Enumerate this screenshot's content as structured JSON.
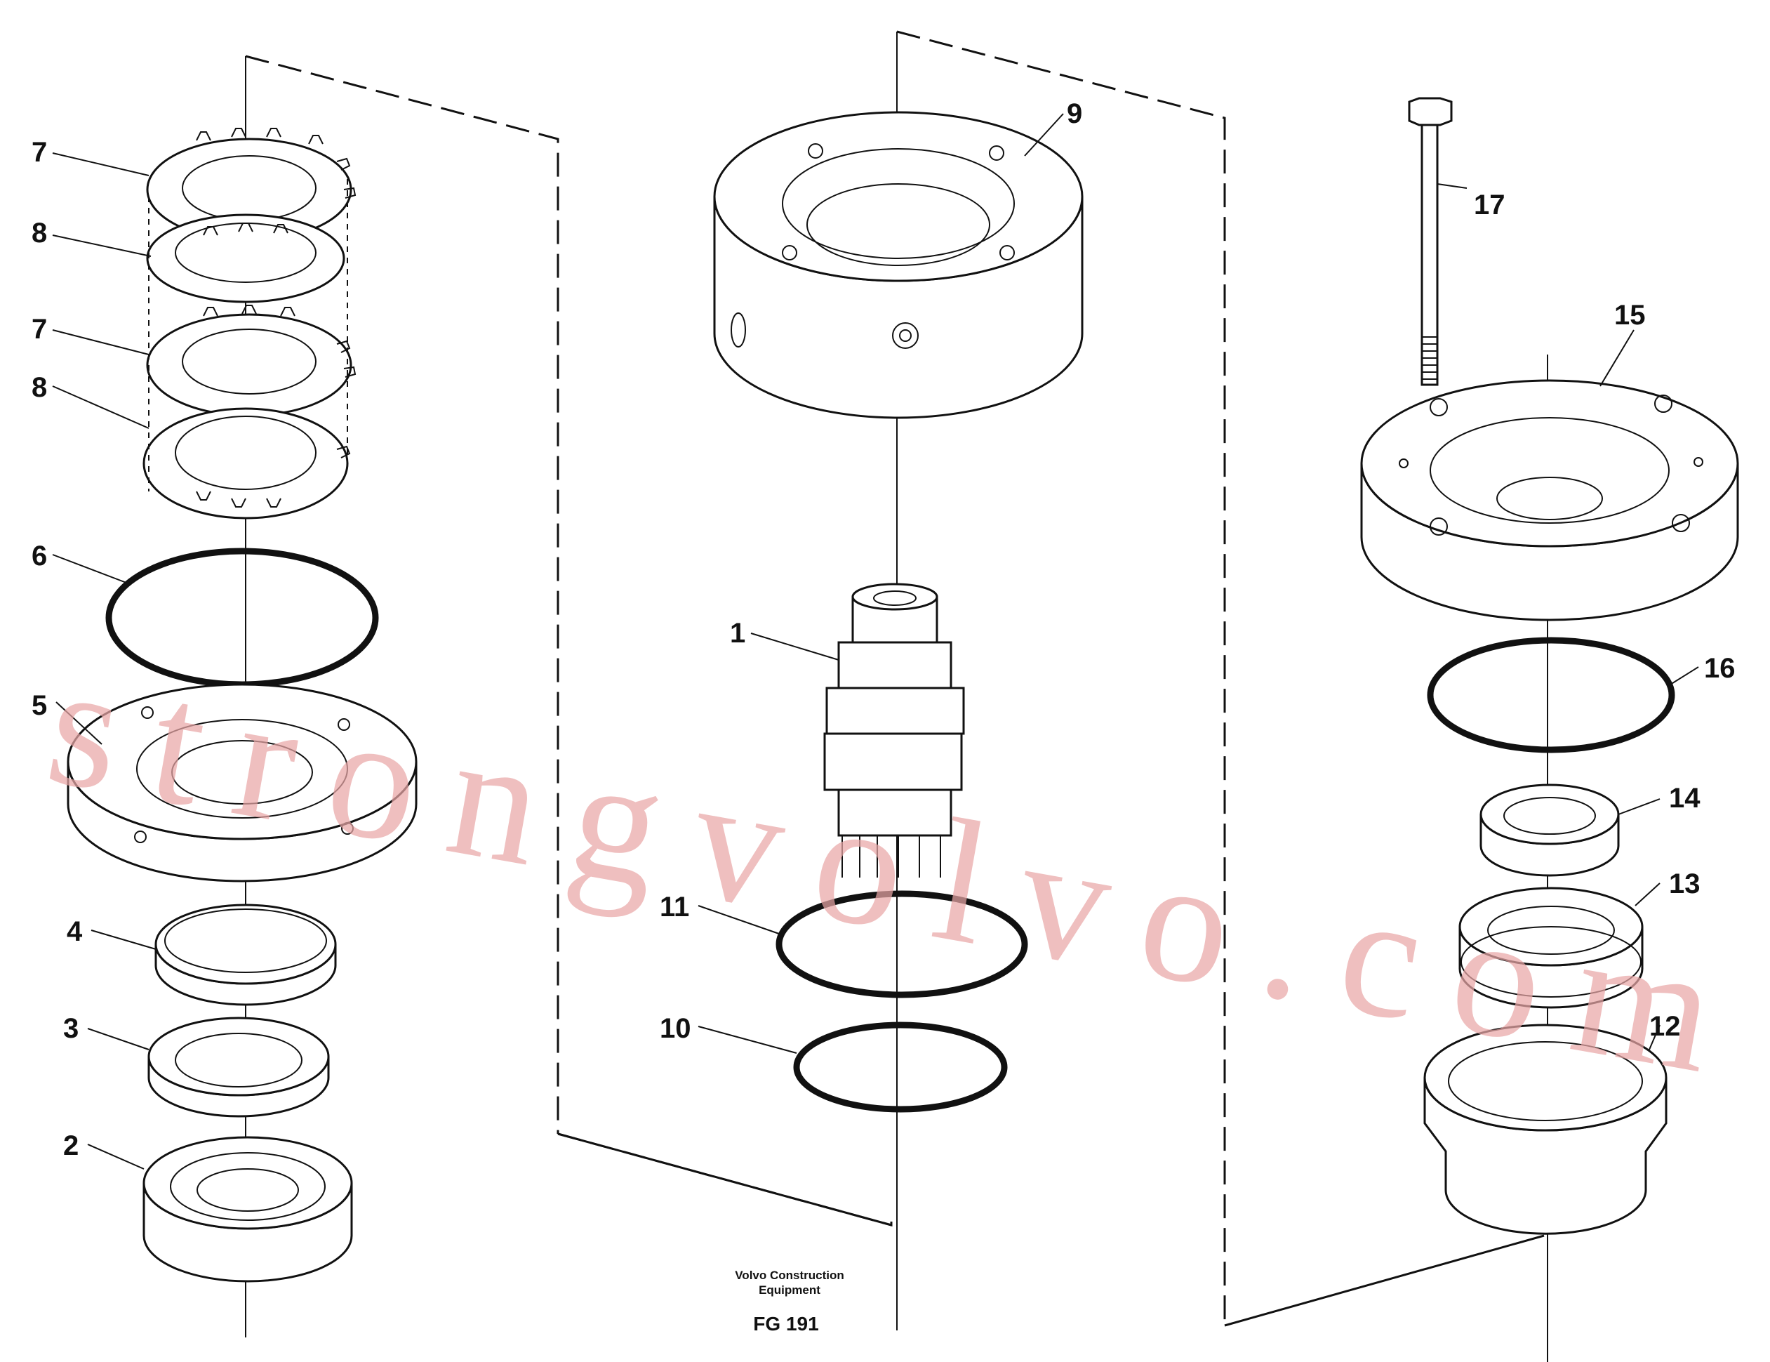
{
  "labels": {
    "p1": "1",
    "p2": "2",
    "p3": "3",
    "p4": "4",
    "p5": "5",
    "p6": "6",
    "p7a": "7",
    "p7b": "7",
    "p8a": "8",
    "p8b": "8",
    "p9": "9",
    "p10": "10",
    "p11": "11",
    "p12": "12",
    "p13": "13",
    "p14": "14",
    "p15": "15",
    "p16": "16",
    "p17": "17"
  },
  "caption": {
    "line1": "Volvo Construction",
    "line2": "Equipment",
    "group": "FG 191"
  },
  "watermark": "strongvolvo.com"
}
